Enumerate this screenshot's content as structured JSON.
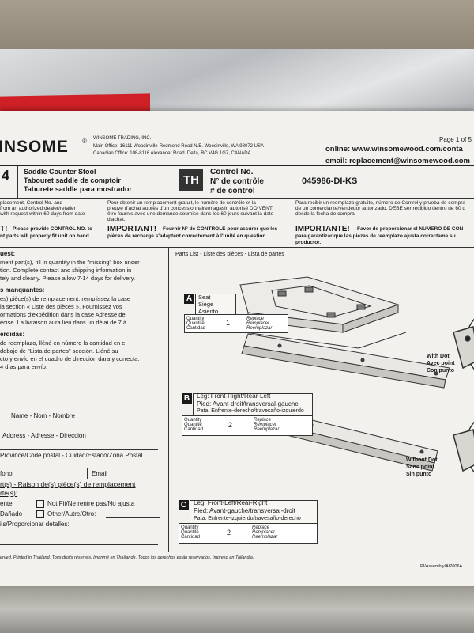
{
  "brand": {
    "logo_text": "INSOME",
    "company": "WINSOME TRADING, INC.",
    "main_office": "Main Office: 16111 Woodinville-Redmond Road N.E. Woodinville, WA 98072 USA",
    "canadian_office": "Canadian Office: 108-8116 Alexander Road. Delta, BC V4G 1G7, CANADA"
  },
  "page_label": "Page 1 of 5",
  "online": "online: www.winsomewood.com/conta",
  "email": "email: replacement@winsomewood.com",
  "product": {
    "number_fragment": "4",
    "name_en": "Saddle Counter Stool",
    "name_fr": "Tabouret saddle de comptoir",
    "name_es": "Taburete saddle para mostrador",
    "finish_code": "TH",
    "control_en": "Control No.",
    "control_fr": "N° de contrôle",
    "control_es": "# de control",
    "control_value": "045986-DI-KS"
  },
  "notes": {
    "en": [
      "placement, Control No. and",
      "from an authorized dealer/retailer",
      "with request within 60 days from date"
    ],
    "fr": [
      "Pour obtenir un remplacement gratuit, le numéro de contrôle et la",
      "preuve d'achat auprès d'un concessionnaire/magasin autorisé DOIVENT",
      "être fournis avec une demande soumise dans les 60 jours suivant la date",
      "d'achat."
    ],
    "es": [
      "Para recibir un reemplazo gratuito, número de Control y prueba de compra",
      "de un comerciante/vendedor autorizado, DEBE ser recibido dentro de 60 d",
      "desde la fecha de compra."
    ]
  },
  "important": {
    "en_title": "T!",
    "en_text": "Please provide CONTROL NO. to",
    "en_text2": "nt parts will properly fit unit on hand.",
    "fr_title": "IMPORTANT!",
    "fr_text": "Fournir N° de CONTRÔLE pour assurer que les",
    "fr_text2": "pièces de recharge s'adaptent correctement à l'unité en question.",
    "es_title": "IMPORTANTE!",
    "es_text": "Favor de proporcionar el NUMERO DE CON",
    "es_text2": "para garantizar que las piezas de reemplazo ajusta correctame su",
    "es_text3": "productor."
  },
  "request": {
    "heading": "uest:",
    "lines": [
      "ment part(s), fill in quantity in the \"missing\" box under",
      "tion. Complete contact and shipping information in",
      "tely and clearly. Please allow 7-14 days for delivery."
    ],
    "fr_heading": "s manquantes:",
    "fr_lines": [
      "es) pièce(s) de remplacement, remplissez la case",
      "la section « Liste des pièces ». Fournissez vos",
      "ormations d'expédition dans la case Adresse de",
      "écise. La livraison aura lieu dans un délai de 7 à"
    ],
    "es_heading": "erdidas:",
    "es_lines": [
      "de reemplazo, lléné en número la cantidad en el",
      "debajo de \"Lista de partes\" sección. Lléné su",
      "cto y envío en el cuadro de dirección dara y correcta.",
      "4 días para envío."
    ]
  },
  "form": {
    "name": "Name - Nom - Nombre",
    "address": "Address - Adresse - Dirección",
    "province": "Province/Code postal - Cuidad/Estado/Zona Postal",
    "phone": "fono",
    "email": "Email",
    "reason": "rt(s) - Raison de(s) pièce(s) de remplacement",
    "reason2": "rte(s):",
    "opt1_pre": "ente",
    "opt1": "Not Fit/Ne rentre pas/No ajusta",
    "opt2_pre": "Dañado",
    "opt2": "Other/Autre/Otro:",
    "details": "ils/Proporcionar detalles:"
  },
  "parts_list": {
    "title": "Parts List - Liste des pièces - Lista de partes",
    "parts": [
      {
        "letter": "A",
        "name_en": "Seat",
        "name_fr": "Siège",
        "name_es": "Asiento",
        "qty_label": [
          "Quantity",
          "Quantité",
          "Cantidad"
        ],
        "qty": "1",
        "replace": [
          "Replace",
          "Remplacer",
          "Reemplazar"
        ]
      },
      {
        "letter": "B",
        "name_en": "Leg: Front-Right/Rear-Left",
        "name_fr": "Pied: Avant-droit/transversal-gauche",
        "name_es": "Pata: Enfrente-derecho/travesaño-izquierdo",
        "qty_label": [
          "Quantity",
          "Quantité",
          "Cantidad"
        ],
        "qty": "2",
        "replace": [
          "Replace",
          "Remplacer",
          "Reemplazar"
        ]
      },
      {
        "letter": "C",
        "name_en": "Leg: Front-Left/Rear-Right",
        "name_fr": "Pied: Avant-gauche/transversal-droit",
        "name_es": "Pata: Enfrente-izquierdo/travesaño-derecho",
        "qty_label": [
          "Quantity",
          "Quantité",
          "Cantidad"
        ],
        "qty": "2",
        "replace": [
          "Replace",
          "Remplacer",
          "Reemplazar"
        ]
      }
    ],
    "with_dot": [
      "With Dot",
      "Avec point",
      "Con punto"
    ],
    "without_dot": [
      "Without Dot",
      "Sans point",
      "Sin punto"
    ]
  },
  "footer": {
    "rights": "erved.  Printed in Thailand.  Tous droits réservés.  Imprimé en Thaïlande.  Todos los derechos están reservados.  Impreso en Tailandia.",
    "code": "PI/Assembly/AI2006A"
  }
}
